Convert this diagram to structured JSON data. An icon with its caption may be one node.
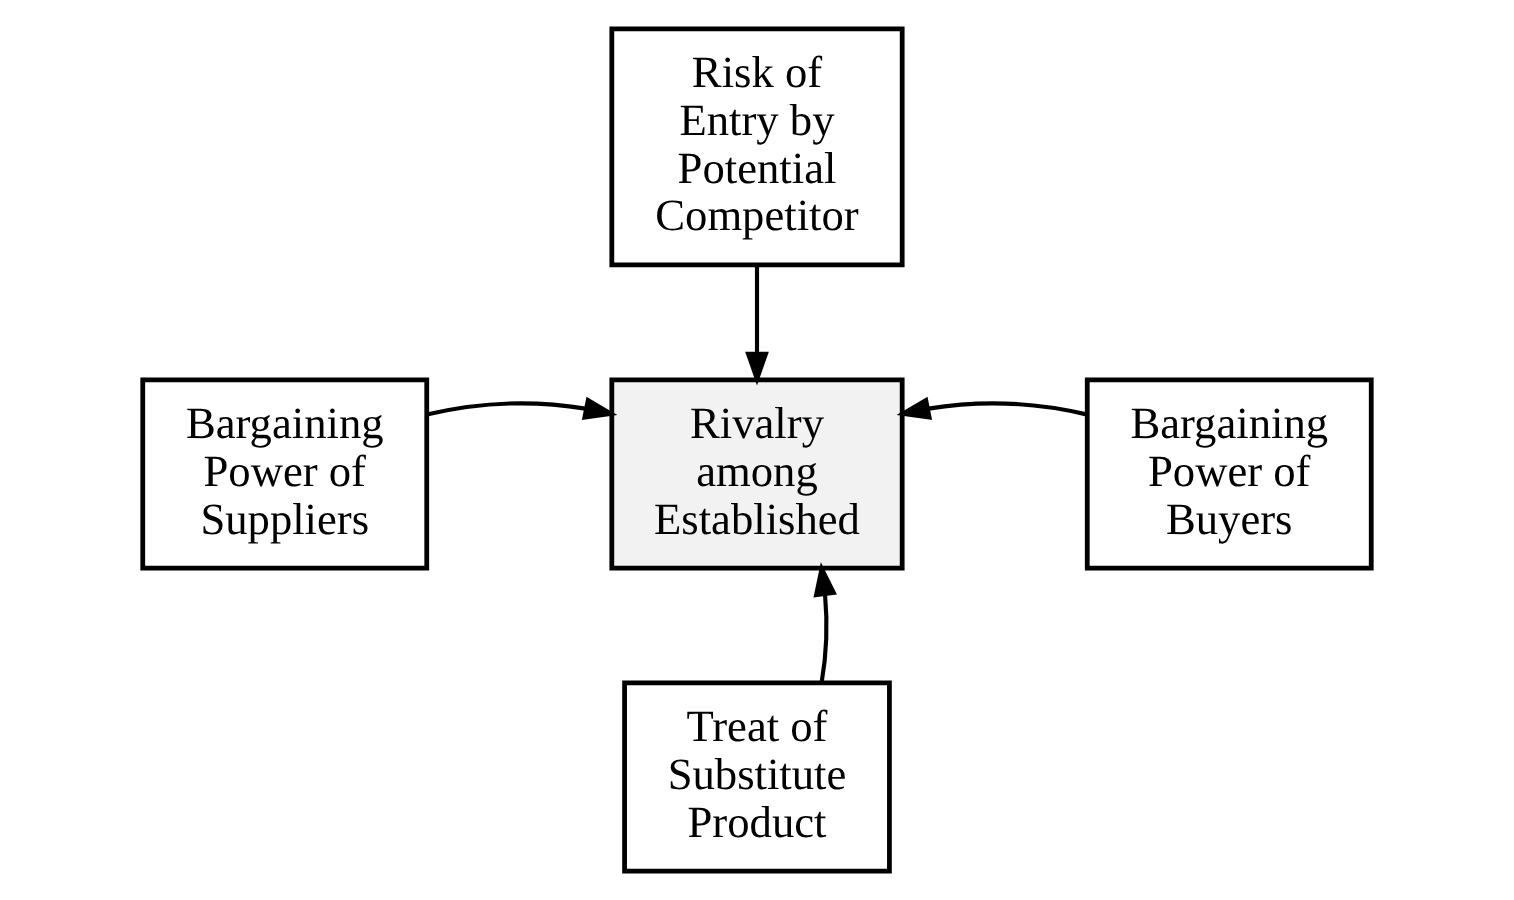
{
  "diagram": {
    "nodes": [
      {
        "text": [
          "Risk of Entry by Potential Competitor"
        ]
      },
      {
        "text": [
          "Bargaining Power of Suppliers"
        ]
      },
      {
        "text": [
          "Rivalry among Established"
        ]
      },
      {
        "text": [
          "Bargaining Power of Buyers"
        ]
      },
      {
        "text": [
          "Treat of Substitute Product"
        ]
      }
    ],
    "edges": [
      {
        "from": 0,
        "to": 2,
        "arrow": "to"
      },
      {
        "from": 1,
        "to": 2,
        "arrow": "to"
      },
      {
        "from": 3,
        "to": 2,
        "arrow": "to"
      },
      {
        "from": 4,
        "to": 2,
        "arrow": "to"
      }
    ]
  }
}
